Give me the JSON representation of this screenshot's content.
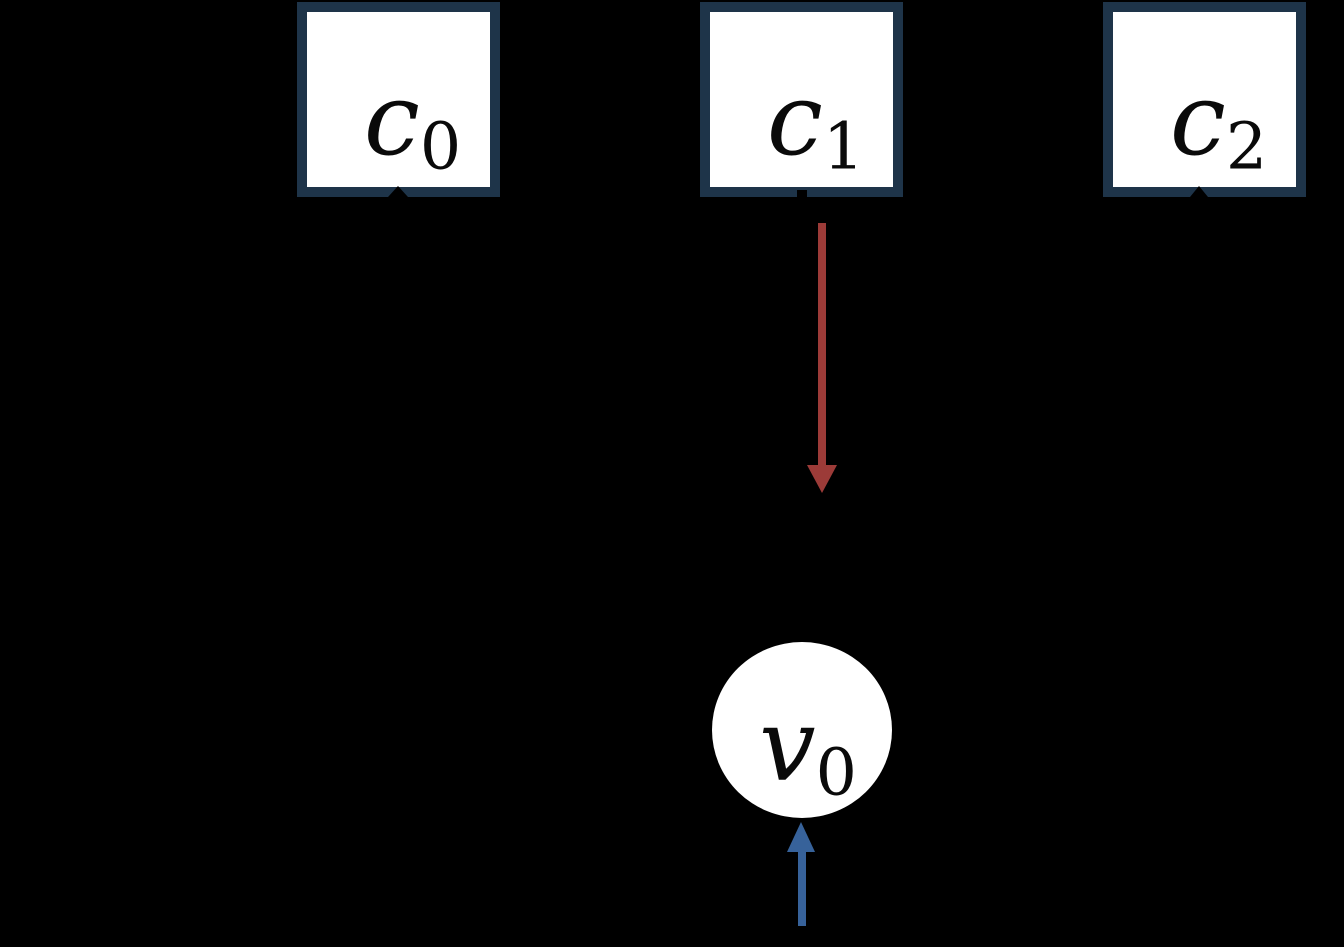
{
  "canvas": {
    "background": "#000000"
  },
  "colors": {
    "node_border": "#1E3449",
    "node_fill": "#FFFFFF",
    "label_text": "#0A0A0A",
    "down_message_arrow": "#9C3B38",
    "up_message_arrow": "#37629A",
    "hidden_edge_arrowhead": "#000000"
  },
  "nodes": {
    "c0": {
      "base": "c",
      "sub": "0",
      "shape": "square"
    },
    "c1": {
      "base": "c",
      "sub": "1",
      "shape": "square"
    },
    "c2": {
      "base": "c",
      "sub": "2",
      "shape": "square"
    },
    "v0": {
      "base": "v",
      "sub": "0",
      "shape": "circle"
    }
  },
  "arrows": [
    {
      "id": "red-down-arrow",
      "color": "#9C3B38",
      "direction": "down",
      "from": "c1",
      "toward": "v0"
    },
    {
      "id": "blue-up-arrow",
      "color": "#37629A",
      "direction": "up",
      "into": "v0"
    },
    {
      "id": "black-arrowhead-c0",
      "color": "#000000",
      "direction": "up",
      "into": "c0"
    },
    {
      "id": "black-arrowhead-c1",
      "color": "#000000",
      "direction": "up",
      "into": "c1"
    },
    {
      "id": "black-arrowhead-c2",
      "color": "#000000",
      "direction": "up",
      "into": "c2"
    }
  ]
}
